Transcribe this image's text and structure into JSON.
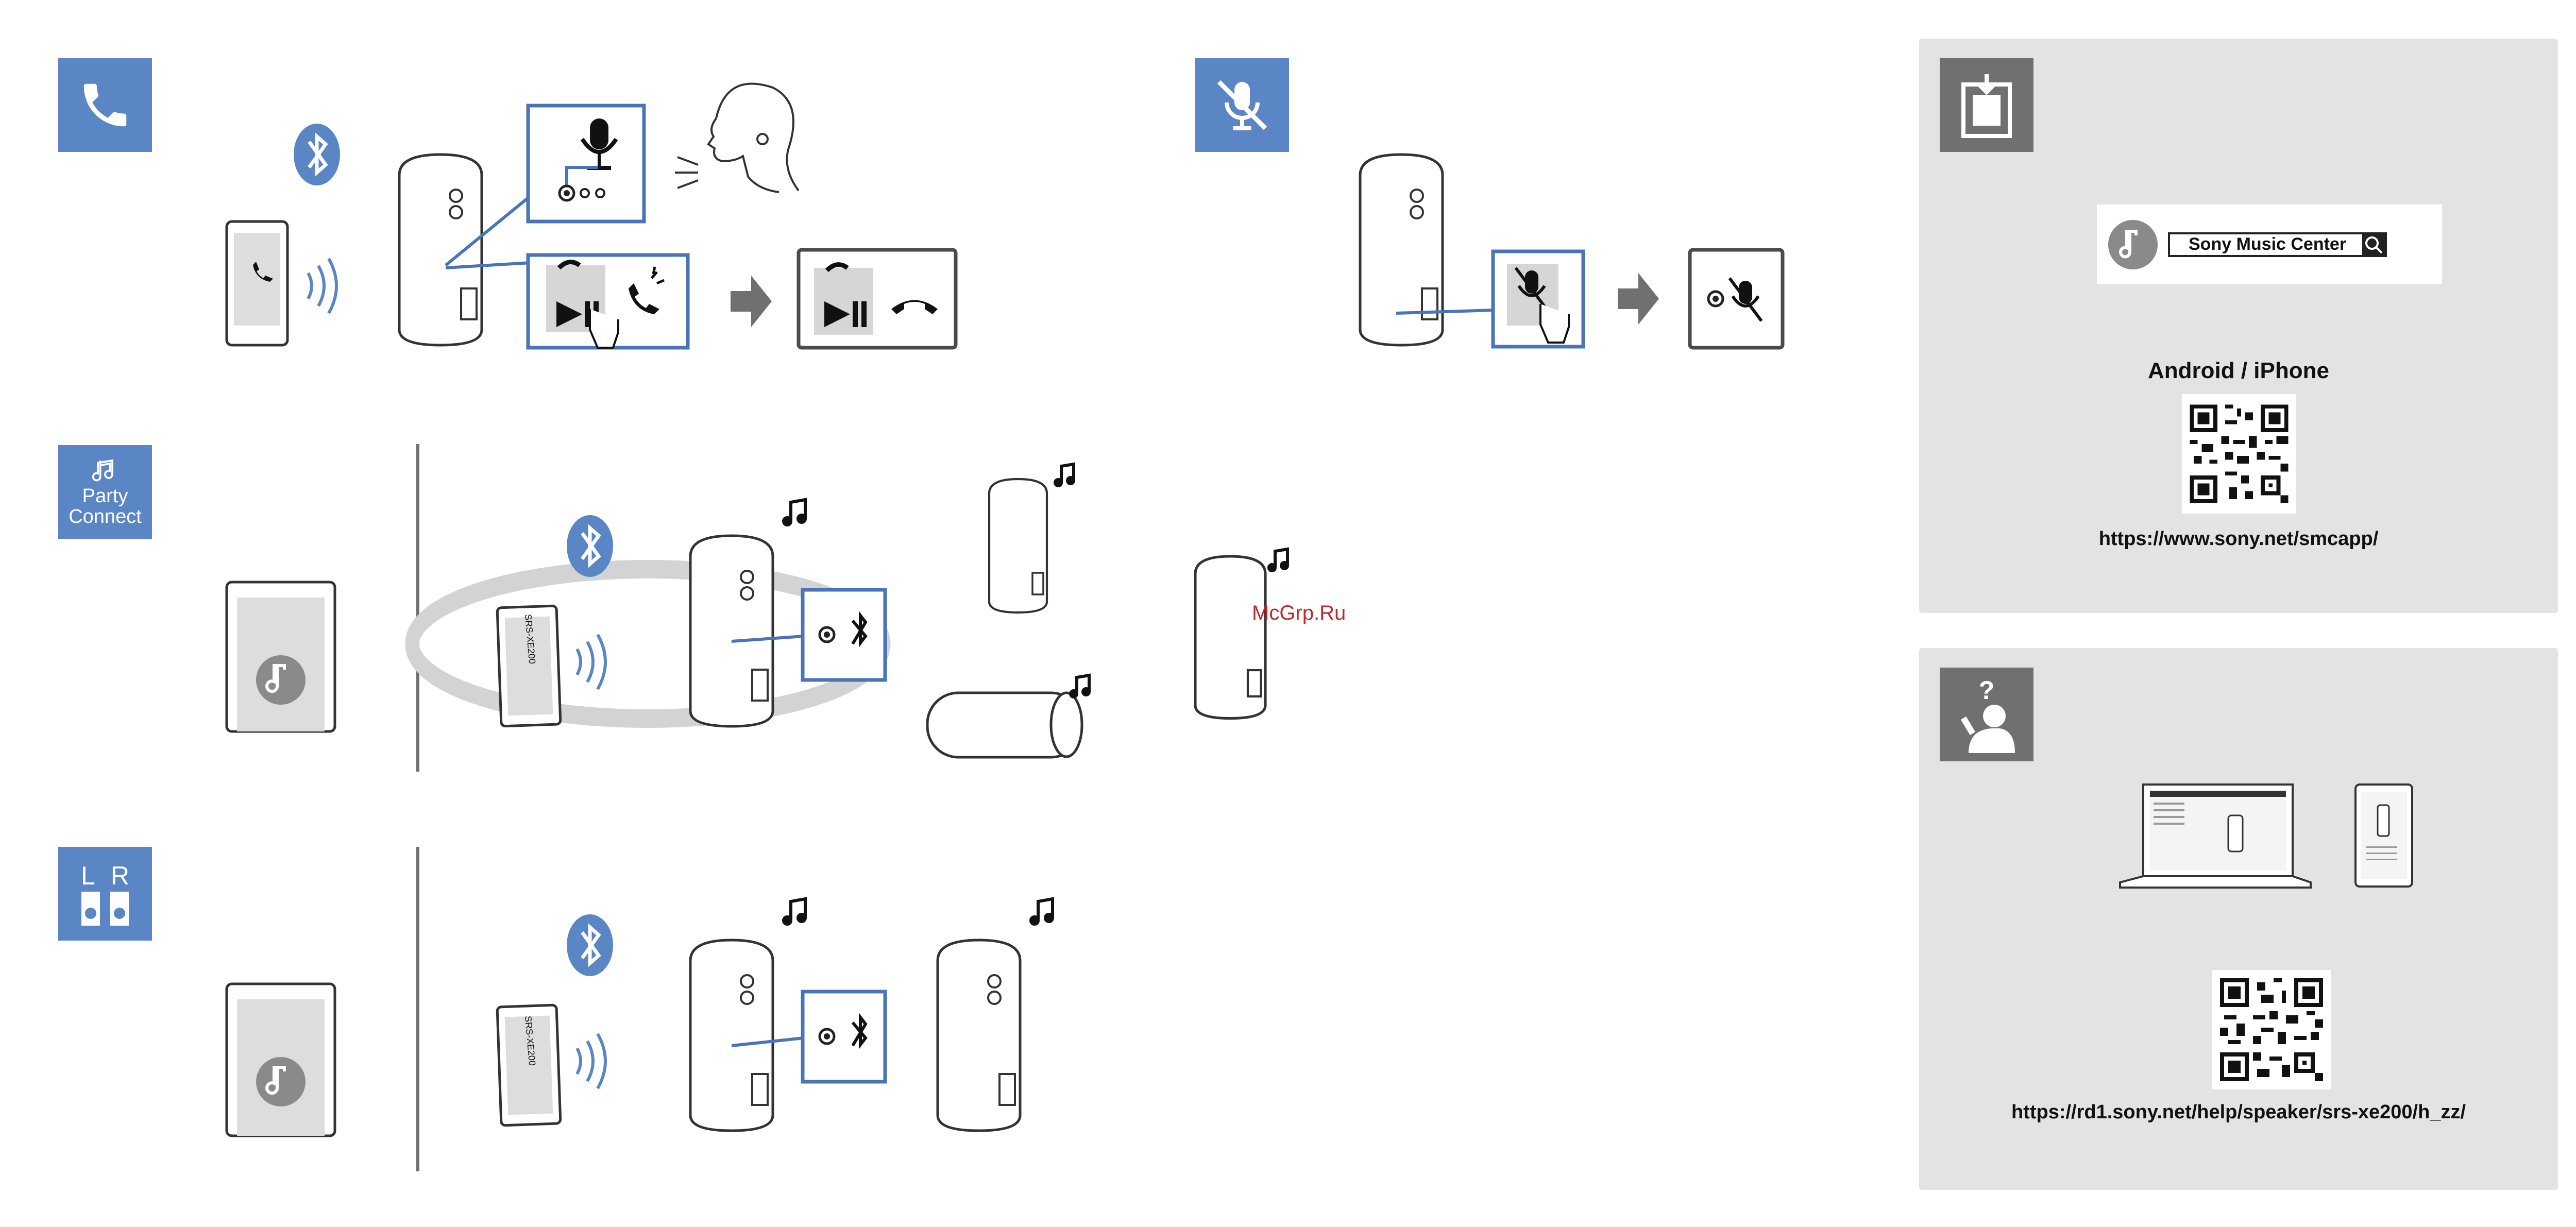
{
  "sections": {
    "call": {
      "icon": "phone-icon"
    },
    "mute": {
      "icon": "mic-mute-icon"
    },
    "party_connect": {
      "icon": "music-note-icon",
      "label_line1": "Party",
      "label_line2": "Connect"
    },
    "stereo_pair": {
      "icon": "speakers-icon",
      "left": "L",
      "right": "R"
    }
  },
  "device_label": "SRS-XE200",
  "app_panel": {
    "icon": "download-app-icon",
    "search_text": "Sony Music Center",
    "platform_label": "Android / iPhone",
    "url": "https://www.sony.net/smcapp/"
  },
  "help_panel": {
    "icon": "question-person-icon",
    "url": "https://rd1.sony.net/help/speaker/srs-xe200/h_zz/"
  },
  "watermark": "McGrp.Ru",
  "colors": {
    "accent_blue": "#5b86c5",
    "border_blue": "#4a74b8",
    "panel_gray": "#e3e3e3",
    "dark_gray": "#707070"
  }
}
